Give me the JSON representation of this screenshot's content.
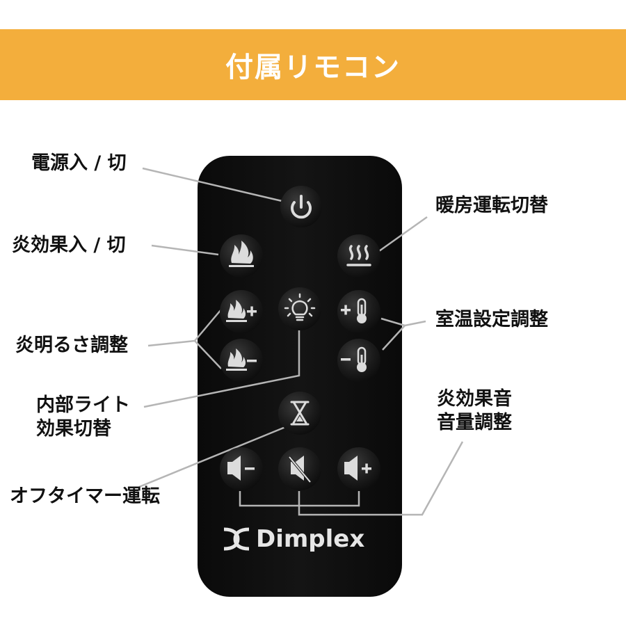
{
  "banner": {
    "title": "付属リモコン",
    "color": "#f3ae3c"
  },
  "remote": {
    "body_color": "#111111",
    "button_color": "#1e1e1e",
    "icon_color": "#dcdcdc",
    "brand": "Dimplex"
  },
  "labels": {
    "power": "電源入 / 切",
    "flame_effect": "炎効果入 / 切",
    "flame_brightness": "炎明るさ調整",
    "inner_light": [
      "内部ライト",
      "効果切替"
    ],
    "off_timer": "オフタイマー運転",
    "heating_mode": "暖房運転切替",
    "room_temp": "室温設定調整",
    "flame_sound": [
      "炎効果音",
      "音量調整"
    ]
  },
  "icons": {
    "power": "power-icon",
    "flame": "flame-icon",
    "flame_plus": "flame-plus-icon",
    "flame_minus": "flame-minus-icon",
    "light": "light-bulb-icon",
    "heat": "heat-waves-icon",
    "temp_plus": "thermometer-plus-icon",
    "temp_minus": "thermometer-minus-icon",
    "timer": "hourglass-icon",
    "vol_down": "volume-down-icon",
    "mute": "mute-icon",
    "vol_up": "volume-up-icon"
  }
}
